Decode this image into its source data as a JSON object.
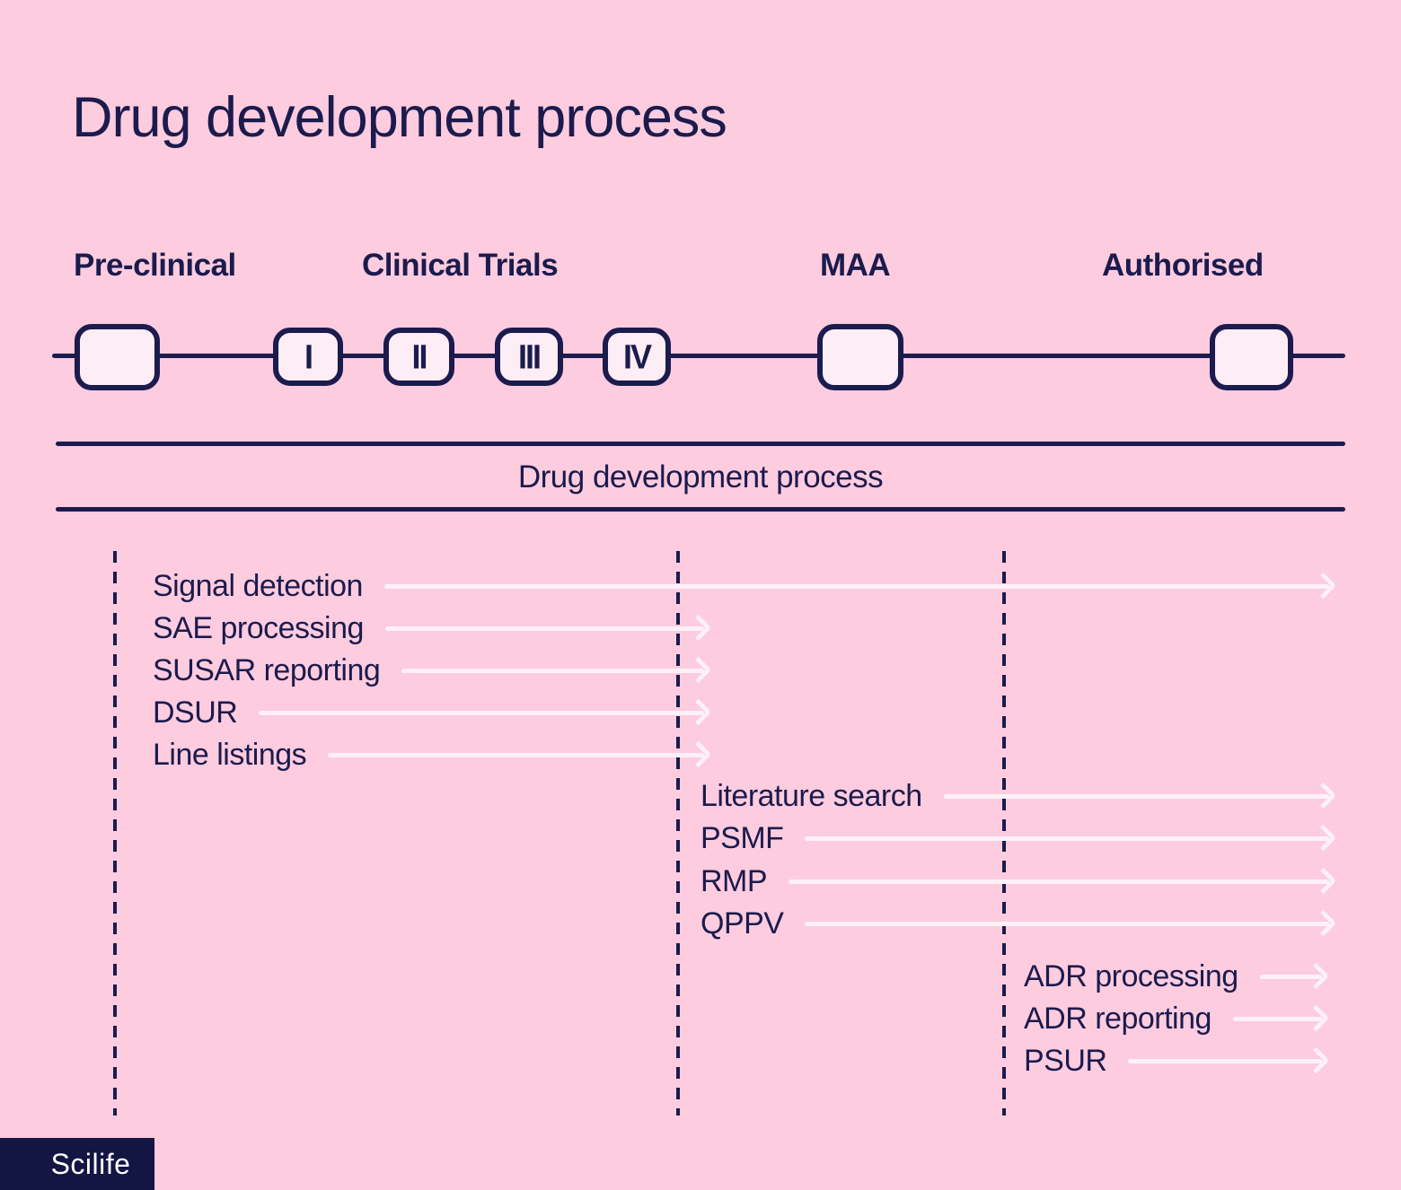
{
  "title": "Drug development process",
  "timeline": {
    "stages": [
      {
        "label": "Pre-clinical"
      },
      {
        "label": "Clinical Trials"
      },
      {
        "label": "MAA"
      },
      {
        "label": "Authorised"
      }
    ],
    "phases": [
      {
        "label": "I"
      },
      {
        "label": "II"
      },
      {
        "label": "III"
      },
      {
        "label": "IV"
      }
    ]
  },
  "banner": {
    "label": "Drug development process"
  },
  "activities": {
    "clinical_phase": [
      {
        "label": "Signal detection",
        "extent": "to-authorised"
      },
      {
        "label": "SAE processing",
        "extent": "to-maa"
      },
      {
        "label": "SUSAR reporting",
        "extent": "to-maa"
      },
      {
        "label": "DSUR",
        "extent": "to-maa"
      },
      {
        "label": "Line listings",
        "extent": "to-maa"
      }
    ],
    "maa_phase": [
      {
        "label": "Literature search",
        "extent": "to-authorised"
      },
      {
        "label": "PSMF",
        "extent": "to-authorised"
      },
      {
        "label": "RMP",
        "extent": "to-authorised"
      },
      {
        "label": "QPPV",
        "extent": "to-authorised"
      }
    ],
    "authorised_phase": [
      {
        "label": "ADR processing",
        "extent": "short"
      },
      {
        "label": "ADR reporting",
        "extent": "short"
      },
      {
        "label": "PSUR",
        "extent": "short"
      }
    ]
  },
  "logo": {
    "text": "Scilife"
  },
  "colors": {
    "background": "#FECCDF",
    "ink": "#1B1B4D",
    "node_fill": "#FDEDF5",
    "arrow": "#FDF1F7",
    "logo_background": "#131542"
  }
}
